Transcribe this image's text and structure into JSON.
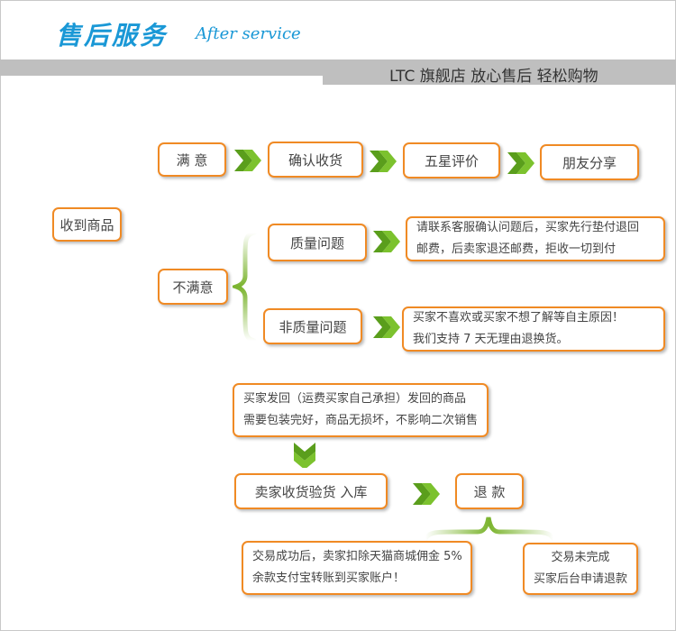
{
  "header": {
    "title_cn": "售后服务",
    "title_en": "After service",
    "tagline": "LTC 旗舰店   放心售后  轻松购物"
  },
  "flow": {
    "satisfied": "满  意",
    "confirm_receipt": "确认收货",
    "five_star": "五星评价",
    "share_friends": "朋友分享",
    "received_goods": "收到商品",
    "unsatisfied": "不满意",
    "quality_issue": "质量问题",
    "quality_note_line1": "请联系客服确认问题后，买家先行垫付退回",
    "quality_note_line2": "邮费，后卖家退还邮费，拒收一切到付",
    "non_quality_issue": "非质量问题",
    "non_quality_note_line1": "买家不喜欢或买家不想了解等自主原因！",
    "non_quality_note_line2": "我们支持 7 天无理由退换货。",
    "return_note_line1": "买家发回（运费买家自己承担）发回的商品",
    "return_note_line2": "需要包装完好，商品无损坏，不影响二次销售",
    "seller_inspect": "卖家收货验货  入库",
    "refund": "退  款",
    "success_line1": "交易成功后，卖家扣除天猫商城佣金 5%",
    "success_line2": "余款支付宝转账到买家账户！",
    "incomplete_line1": "交易未完成",
    "incomplete_line2": "买家后台申请退款"
  },
  "colors": {
    "accent_blue": "#1a98d6",
    "box_border": "#f08a24",
    "arrow_green": "#5a9e1c",
    "banner_gray": "#bfbfbf"
  }
}
